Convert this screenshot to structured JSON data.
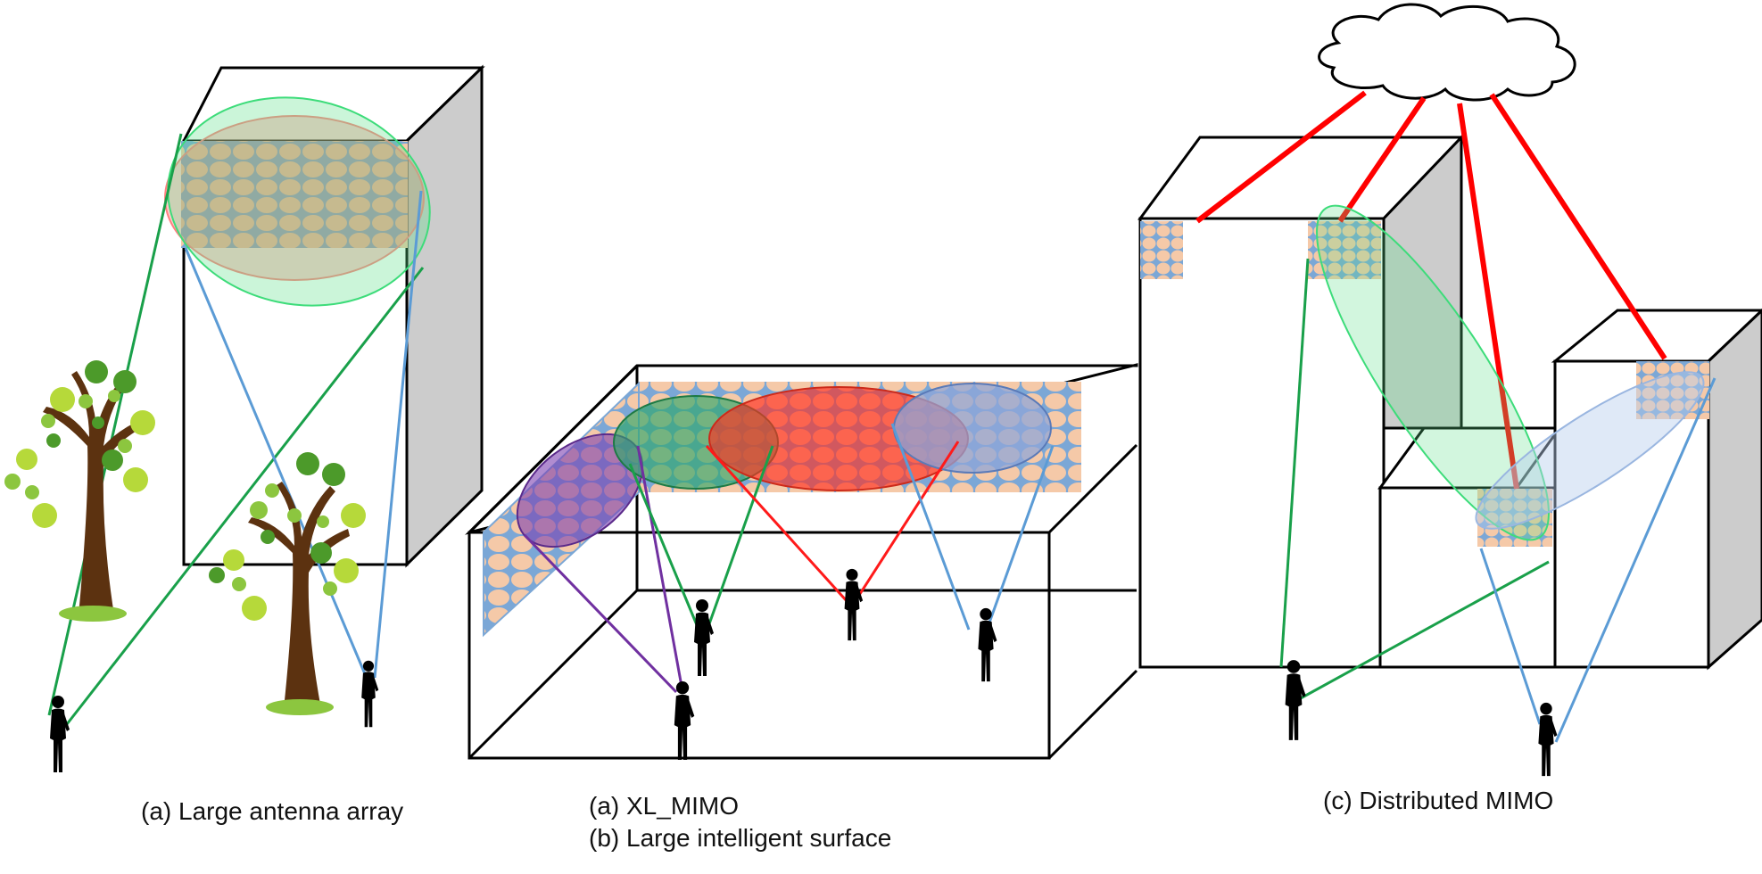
{
  "captions": {
    "large_array": "(a) Large antenna array",
    "xl_mimo": "(a) XL_MIMO",
    "lis": "(b) Large intelligent surface",
    "distributed": "(c) Distributed MIMO"
  },
  "colors": {
    "array_fill": "#f5c9a8",
    "array_grid": "#7ba7d6",
    "beam_green": "#5de08a",
    "beam_red": "#ff3b30",
    "beam_blue": "#8fb0e0",
    "beam_purple": "#7b3fb0",
    "backhaul_red": "#ff0000",
    "building_side": "#cccccc",
    "tree_trunk": "#5c3210",
    "tree_leaf_light": "#b6d93a",
    "tree_leaf_dark": "#4c9a2a",
    "green_line": "#19a04a",
    "blue_line": "#5b9bd5",
    "purple_line": "#7030a0"
  }
}
